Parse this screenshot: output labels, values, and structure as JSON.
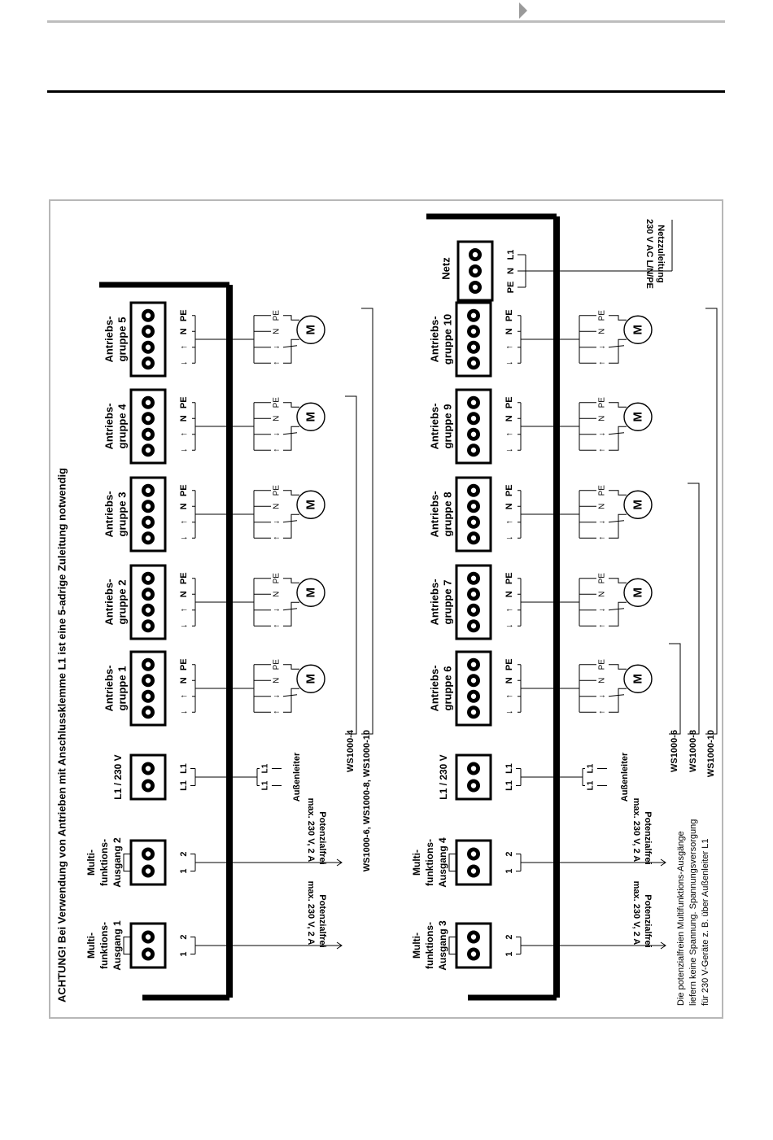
{
  "warning": "ACHTUNG! Bei Verwendung von Antrieben mit Anschlussklemme L1 ist eine 5-adrige Zuleitung notwendig",
  "note": [
    "Die potenzialfreien Multifunktions-Ausgänge",
    "liefern keine Spannung. Spannungsversorgung",
    "für 230 V-Geräte z. B. über Außenleiter L1"
  ],
  "motor_label": "M",
  "terminal_pins": {
    "group": [
      "↓",
      "↑",
      "N",
      "PE"
    ],
    "motor": [
      "↑",
      "↓",
      "N",
      "PE"
    ],
    "output": [
      "1",
      "2"
    ],
    "power": [
      "L1",
      "L1"
    ],
    "mains": [
      "PE",
      "N",
      "L1"
    ]
  },
  "potential_free": [
    "Potenzialfrei",
    "max. 230 V, 2 A"
  ],
  "outer_conductor": "Außenleiter",
  "outer_conductor_pins": [
    "L1",
    "L1"
  ],
  "power_terminal": "L1 / 230 V",
  "upper_outputs": [
    [
      "Multi-",
      "funktions-",
      "Ausgang 1"
    ],
    [
      "Multi-",
      "funktions-",
      "Ausgang 2"
    ]
  ],
  "lower_outputs": [
    [
      "Multi-",
      "funktions-",
      "Ausgang 3"
    ],
    [
      "Multi-",
      "funktions-",
      "Ausgang 4"
    ]
  ],
  "upper_groups": [
    [
      "Antriebs-",
      "gruppe 1"
    ],
    [
      "Antriebs-",
      "gruppe 2"
    ],
    [
      "Antriebs-",
      "gruppe 3"
    ],
    [
      "Antriebs-",
      "gruppe 4"
    ],
    [
      "Antriebs-",
      "gruppe 5"
    ]
  ],
  "lower_groups": [
    [
      "Antriebs-",
      "gruppe 6"
    ],
    [
      "Antriebs-",
      "gruppe 7"
    ],
    [
      "Antriebs-",
      "gruppe 8"
    ],
    [
      "Antriebs-",
      "gruppe 9"
    ],
    [
      "Antriebs-",
      "gruppe 10"
    ]
  ],
  "mains_terminal": "Netz",
  "mains_supply": [
    "Netzzuleitung",
    "230 V AC L/N/PE"
  ],
  "upper_models": [
    "WS1000-4",
    "WS1000-6, WS1000-8, WS1000-10"
  ],
  "lower_models": [
    "WS1000-6",
    "WS1000-8",
    "WS1000-10"
  ]
}
